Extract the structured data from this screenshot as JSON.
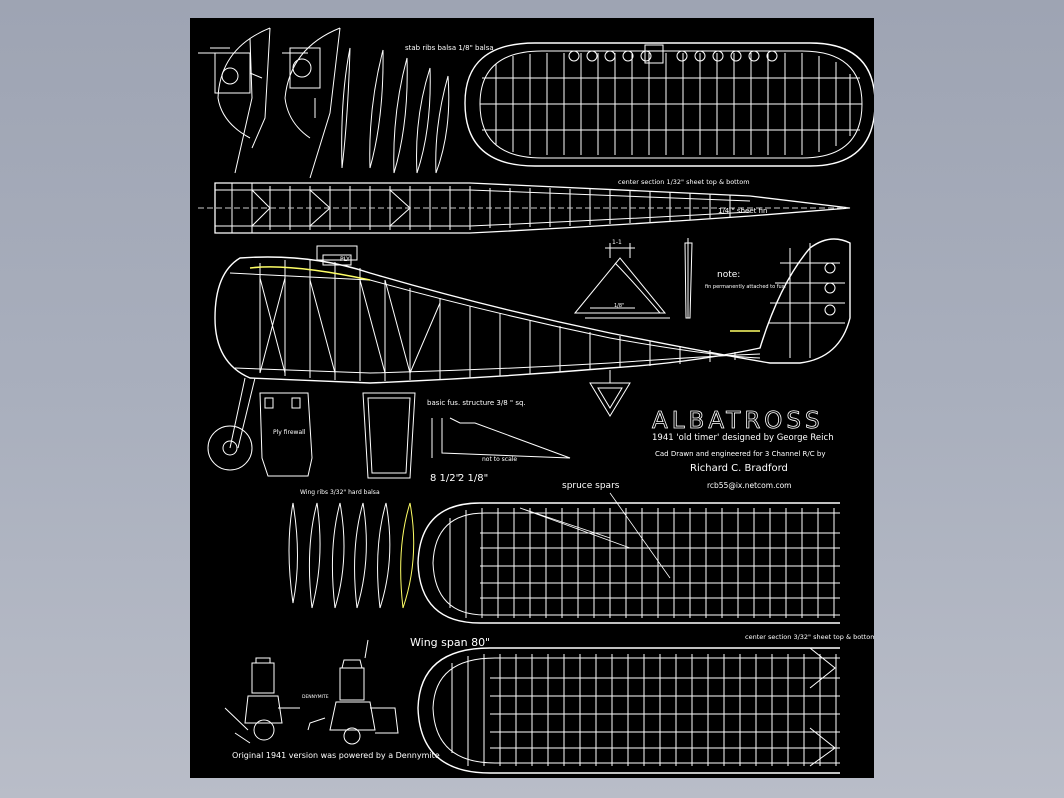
{
  "window": {
    "background": "#a8aebc",
    "sheet_background": "#000000"
  },
  "drawing": {
    "title": "ALBATROSS",
    "subtitle": "1941 'old timer' designed by George Reich",
    "credit_line": "Cad Drawn and engineered for 3 Channel R/C by",
    "author": "Richard C. Bradford",
    "email": "rcb55@ix.netcom.com",
    "labels": {
      "stab_ribs": "stab ribs balsa 1/8\" balsa",
      "center_section_stab": "center section 1/32\" sheet top & bottom",
      "sheet_fin": "1/4 \" sheet fin",
      "note": "note:",
      "note_detail": "fin permanently attached to fus.",
      "basic_fus": "basic fus. structure 3/8 \" sq.",
      "not_to_scale": "not to scale",
      "dim_a": "8 1/2\"",
      "dim_b": "2 1/8\"",
      "ply_firewall": "Ply firewall",
      "wing_ribs": "Wing ribs 3/32\" hard balsa",
      "spruce_spars": "spruce spars",
      "wing_span": "Wing span 80\"",
      "center_section_wing": "center section 3/32\" sheet top & bottom",
      "original": "Original 1941 version was powered by a Dennymite",
      "dennymite": "DENNYMITE",
      "ply": "PLY",
      "view_label": "1-1",
      "dim_small": "1/8\""
    },
    "colors": {
      "line": "#ffffff",
      "accent": "#ffff66",
      "gray": "#cccccc"
    }
  }
}
